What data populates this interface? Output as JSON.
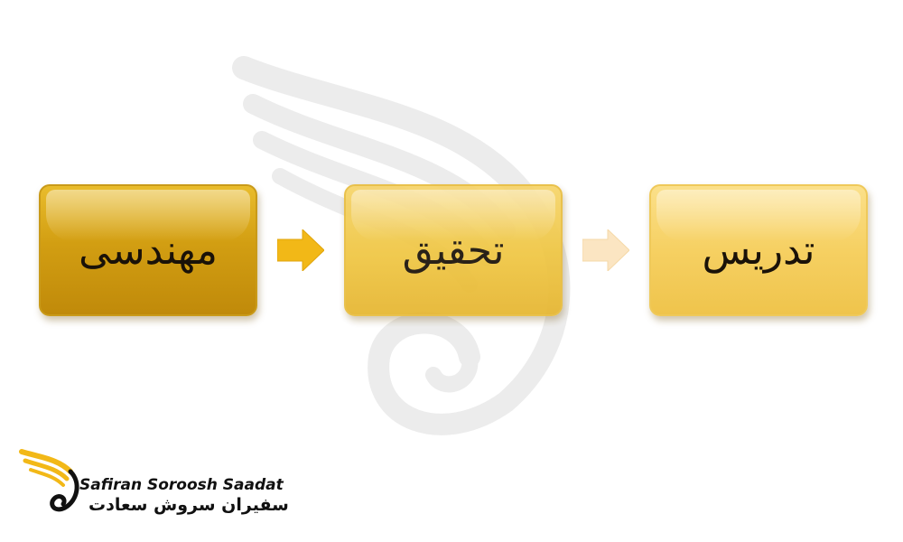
{
  "diagram": {
    "steps": [
      {
        "label": "مهندسی"
      },
      {
        "label": "تحقیق"
      },
      {
        "label": "تدریس"
      }
    ],
    "colors": {
      "step1": "#d29e12",
      "step2": "#f0c744",
      "step3": "#f6d062",
      "arrow1": "#f2b817",
      "arrow2": "#fbe5c2"
    }
  },
  "logo": {
    "name_en": "Safiran Soroosh Saadat",
    "name_fa": "سفیران سروش سعادت",
    "icon": "wing-swirl-logo-icon",
    "brand_color": "#f2b817"
  }
}
